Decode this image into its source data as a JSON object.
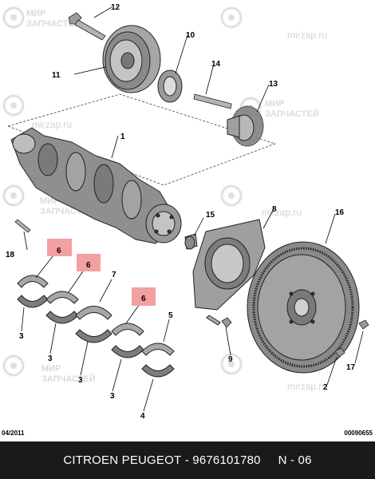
{
  "watermark": {
    "line1": "МИР",
    "line2": "ЗАПЧАСТЕЙ",
    "url": "mirzap.ru"
  },
  "callouts": {
    "c1": "1",
    "c2": "2",
    "c3a": "3",
    "c3b": "3",
    "c3c": "3",
    "c3d": "3",
    "c4": "4",
    "c5": "5",
    "c6a": "6",
    "c6b": "6",
    "c6c": "6",
    "c7": "7",
    "c8": "8",
    "c9": "9",
    "c10": "10",
    "c11": "11",
    "c12": "12",
    "c13": "13",
    "c14": "14",
    "c15": "15",
    "c16": "16",
    "c17": "17",
    "c18": "18"
  },
  "highlight_color": "#f2a0a0",
  "footer": {
    "date": "04/2011",
    "ref": "00090655"
  },
  "caption": {
    "brand": "CITROEN PEUGEOT",
    "separator1": " - ",
    "part_number": "9676101780",
    "separator2": "     ",
    "diagram_code": "N - 06"
  }
}
